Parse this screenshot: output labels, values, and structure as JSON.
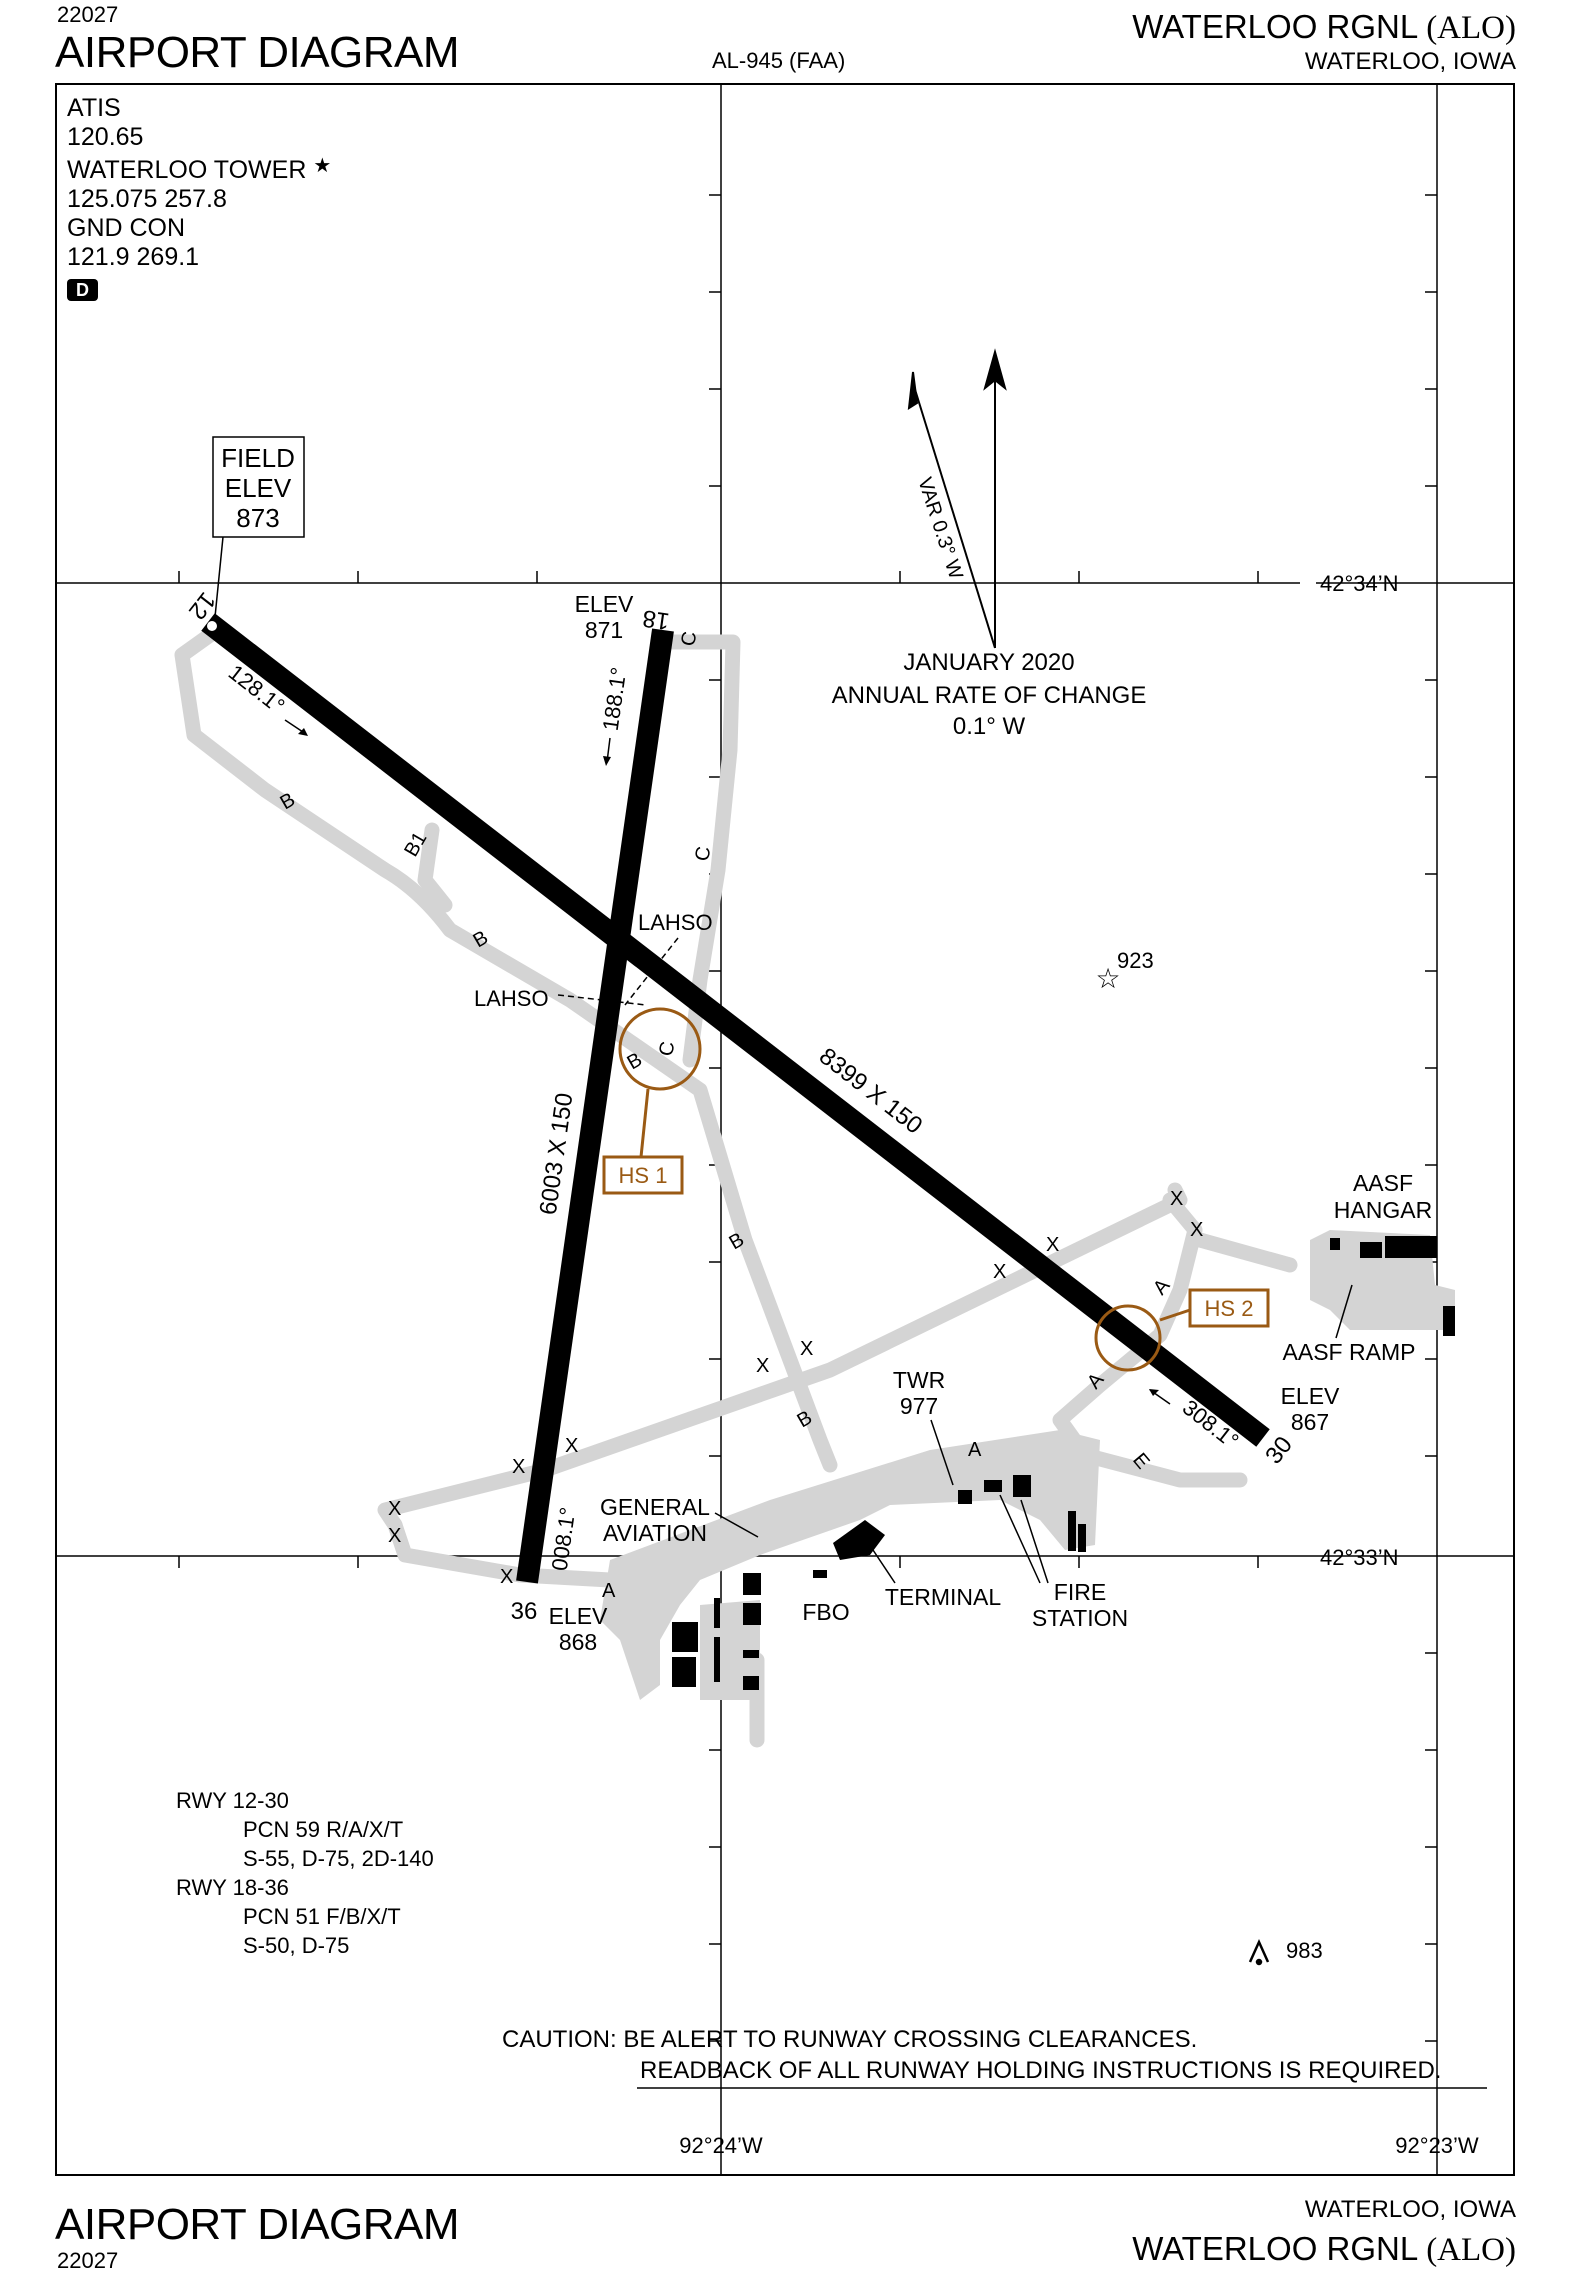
{
  "header": {
    "chart_id": "22027",
    "title": "AIRPORT DIAGRAM",
    "faa_id": "AL-945 (FAA)",
    "airport_name": "WATERLOO RGNL",
    "airport_code": "(ALO)",
    "location": "WATERLOO, IOWA"
  },
  "footer": {
    "title": "AIRPORT DIAGRAM",
    "chart_id": "22027",
    "location": "WATERLOO, IOWA",
    "airport_name": "WATERLOO RGNL",
    "airport_code": "(ALO)"
  },
  "comms": {
    "atis_label": "ATIS",
    "atis_freq": "120.65",
    "tower_label": "WATERLOO TOWER",
    "tower_star": "★",
    "tower_freq": "125.075  257.8",
    "gnd_label": "GND CON",
    "gnd_freq": "121.9  269.1",
    "d_badge": "D"
  },
  "field_elev": {
    "line1": "FIELD",
    "line2": "ELEV",
    "value": "873"
  },
  "magnetic": {
    "variation": "VAR 0.3° W",
    "date": "JANUARY 2020",
    "rate_label": "ANNUAL RATE OF CHANGE",
    "rate": "0.1° W"
  },
  "coords": {
    "lat_north": "42°34’N",
    "lat_south": "42°33’N",
    "lon_west": "92°24’W",
    "lon_east": "92°23’W"
  },
  "runways": {
    "r12_label": "12",
    "r30_label": "30",
    "r18_label": "18",
    "r36_label": "36",
    "r12_30_dims": "8399 X 150",
    "r18_36_dims": "6003 X 150",
    "hdg_128": "128.1°",
    "hdg_308": "308.1°",
    "hdg_188": "188.1°",
    "hdg_008": "008.1°",
    "elev_label": "ELEV",
    "elev_18": "871",
    "elev_36": "868",
    "elev_30": "867"
  },
  "taxiways": {
    "a": "A",
    "b": "B",
    "b1": "B1",
    "c": "C",
    "e": "E",
    "x": "X"
  },
  "lahso": "LAHSO",
  "hotspots": {
    "hs1": "HS 1",
    "hs2": "HS 2"
  },
  "buildings": {
    "aasf_hangar_1": "AASF",
    "aasf_hangar_2": "HANGAR",
    "aasf_ramp": "AASF RAMP",
    "twr_1": "TWR",
    "twr_2": "977",
    "ga_1": "GENERAL",
    "ga_2": "AVIATION",
    "fbo": "FBO",
    "terminal": "TERMINAL",
    "fire_1": "FIRE",
    "fire_2": "STATION"
  },
  "obstacles": {
    "o923": "923",
    "o983": "983"
  },
  "pcn": {
    "rwy1": "RWY 12-30",
    "rwy1_pcn": "PCN 59 R/A/X/T",
    "rwy1_wt": "S-55, D-75, 2D-140",
    "rwy2": "RWY 18-36",
    "rwy2_pcn": "PCN 51 F/B/X/T",
    "rwy2_wt": "S-50, D-75"
  },
  "caution": {
    "line1": "CAUTION: BE ALERT TO RUNWAY CROSSING CLEARANCES.",
    "line2": "READBACK OF ALL RUNWAY HOLDING INSTRUCTIONS IS REQUIRED."
  },
  "colors": {
    "hotspot": "#9a5a14",
    "pavement": "#d4d4d4",
    "ink": "#000000"
  }
}
